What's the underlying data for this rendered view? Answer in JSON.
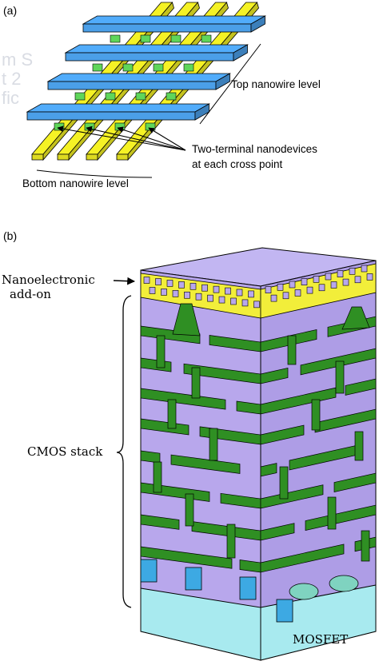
{
  "panel_a": {
    "tag": "(a)",
    "top_label": "Top nanowire level",
    "devices_label_1": "Two-terminal nanodevices",
    "devices_label_2": "at each cross point",
    "bottom_label": "Bottom nanowire level",
    "watermark": [
      "m S",
      "t 2",
      "fic"
    ]
  },
  "panel_b": {
    "tag": "(b)",
    "addon_label_1": "Nanoelectronic",
    "addon_label_2": "add-on",
    "stack_label": "CMOS stack",
    "mosfet_label": "MOSFET"
  },
  "colors": {
    "top_wire": "#4b9fe8",
    "bottom_wire": "#f5f225",
    "device": "#5fd65a",
    "stack": "#b8a7ec",
    "stack_top": "#c2b6f2",
    "interconnect": "#2f8f23",
    "substrate": "#a8eaef",
    "well": "#3da9e3"
  }
}
